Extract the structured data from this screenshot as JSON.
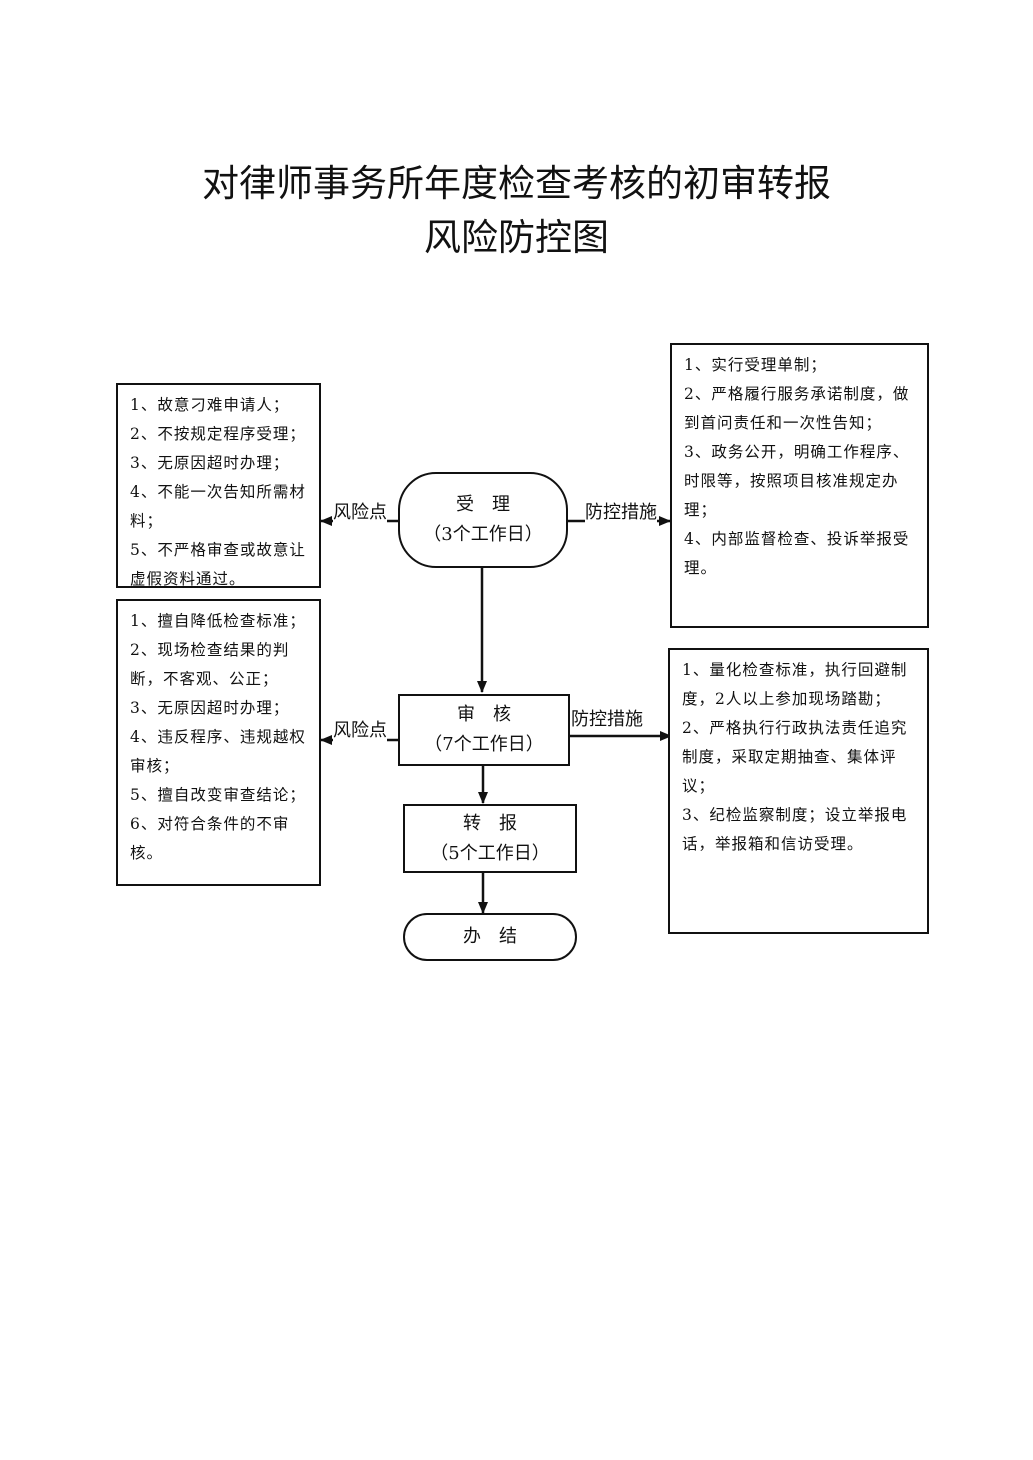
{
  "title": {
    "line1": "对律师事务所年度检查考核的初审转报",
    "line2": "风险防控图"
  },
  "nodes": {
    "accept": {
      "name": "受理",
      "days": "（3个工作日）"
    },
    "review": {
      "name": "审核",
      "days": "（7个工作日）"
    },
    "forward": {
      "name": "转报",
      "days": "（5个工作日）"
    },
    "finish": {
      "name": "办结"
    }
  },
  "labels": {
    "risk1": "风险点",
    "control1": "防控措施",
    "risk2": "风险点",
    "control2": "防控措施"
  },
  "risk_accept": [
    "1、故意刁难申请人；",
    "2、不按规定程序受理；",
    "3、无原因超时办理；",
    "4、不能一次告知所需材料；",
    "5、不严格审查或故意让虚假资料通过。"
  ],
  "control_accept": [
    "1、实行受理单制；",
    "2、严格履行服务承诺制度，做到首问责任和一次性告知；",
    "3、政务公开，明确工作程序、时限等，按照项目核准规定办理；",
    "4、内部监督检查、投诉举报受理。"
  ],
  "risk_review": [
    "1、擅自降低检查标准；",
    "2、现场检查结果的判断，不客观、公正；",
    "3、无原因超时办理；",
    "4、违反程序、违规越权审核；",
    "5、擅自改变审查结论；",
    "6、对符合条件的不审核。"
  ],
  "control_review": [
    "1、量化检查标准，执行回避制度，2人以上参加现场踏勘；",
    "2、严格执行行政执法责任追究制度，采取定期抽查、集体评议；",
    "3、纪检监察制度；设立举报电话，举报箱和信访受理。"
  ]
}
